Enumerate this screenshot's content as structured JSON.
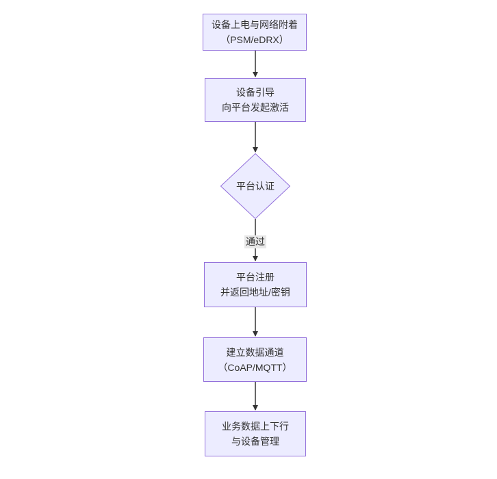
{
  "diagram": {
    "type": "flowchart",
    "direction": "top-down",
    "colors": {
      "canvas_bg": "#ffffff",
      "node_fill": "#ECECFF",
      "node_border": "#9370DB",
      "node_text": "#333333",
      "edge_color": "#333333",
      "edge_label_bg": "#e8e8e8",
      "edge_label_text": "#333333"
    },
    "nodes": [
      {
        "id": "power-network-attach",
        "shape": "rect",
        "lines": [
          "设备上电与网络附着",
          "（PSM/eDRX）"
        ]
      },
      {
        "id": "device-bootstrap",
        "shape": "rect",
        "lines": [
          "设备引导",
          "向平台发起激活"
        ]
      },
      {
        "id": "platform-auth",
        "shape": "diamond",
        "lines": [
          "平台认证"
        ]
      },
      {
        "id": "platform-register",
        "shape": "rect",
        "lines": [
          "平台注册",
          "并返回地址/密钥"
        ]
      },
      {
        "id": "data-channel",
        "shape": "rect",
        "lines": [
          "建立数据通道",
          "（CoAP/MQTT）"
        ]
      },
      {
        "id": "business-data",
        "shape": "rect",
        "lines": [
          "业务数据上下行",
          "与设备管理"
        ]
      }
    ],
    "edges": [
      {
        "from": "power-network-attach",
        "to": "device-bootstrap",
        "label": ""
      },
      {
        "from": "device-bootstrap",
        "to": "platform-auth",
        "label": ""
      },
      {
        "from": "platform-auth",
        "to": "platform-register",
        "label": "通过"
      },
      {
        "from": "platform-register",
        "to": "data-channel",
        "label": ""
      },
      {
        "from": "data-channel",
        "to": "business-data",
        "label": ""
      }
    ]
  }
}
